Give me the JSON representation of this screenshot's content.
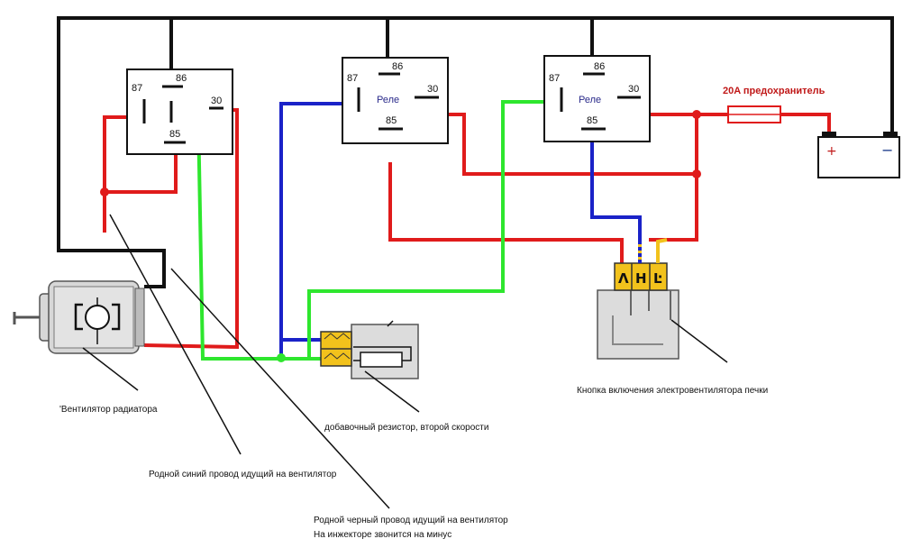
{
  "relays": [
    {
      "name": "",
      "pins": {
        "p87": "87",
        "p86": "86",
        "p30": "30",
        "p85": "85"
      }
    },
    {
      "name": "Реле",
      "pins": {
        "p87": "87",
        "p86": "86",
        "p30": "30",
        "p85": "85"
      }
    },
    {
      "name": "Реле",
      "pins": {
        "p87": "87",
        "p86": "86",
        "p30": "30",
        "p85": "85"
      }
    }
  ],
  "fuse": {
    "label": "20A предохранитель"
  },
  "battery": {
    "plus": "+",
    "minus": "−"
  },
  "switch": {
    "positions": [
      "Λ",
      "Н",
      "Ŀ"
    ]
  },
  "labels": {
    "fan": "'Вентилятор радиатора",
    "resistor": "добавочный резистор, второй скорости",
    "heater_button": "Кнопка включения электровентилятора печки",
    "blue_wire": "Родной синий провод идущий на вентилятор",
    "black_wire_line1": "Родной черный провод идущий на вентилятор",
    "black_wire_line2": "На инжекторе звонится на минус"
  },
  "colors": {
    "ground": "#111111",
    "power": "#e01b1b",
    "green": "#2ee62e",
    "blue": "#1a22c8",
    "connector": "#f2c21c",
    "fuse_label": "#c01818"
  }
}
